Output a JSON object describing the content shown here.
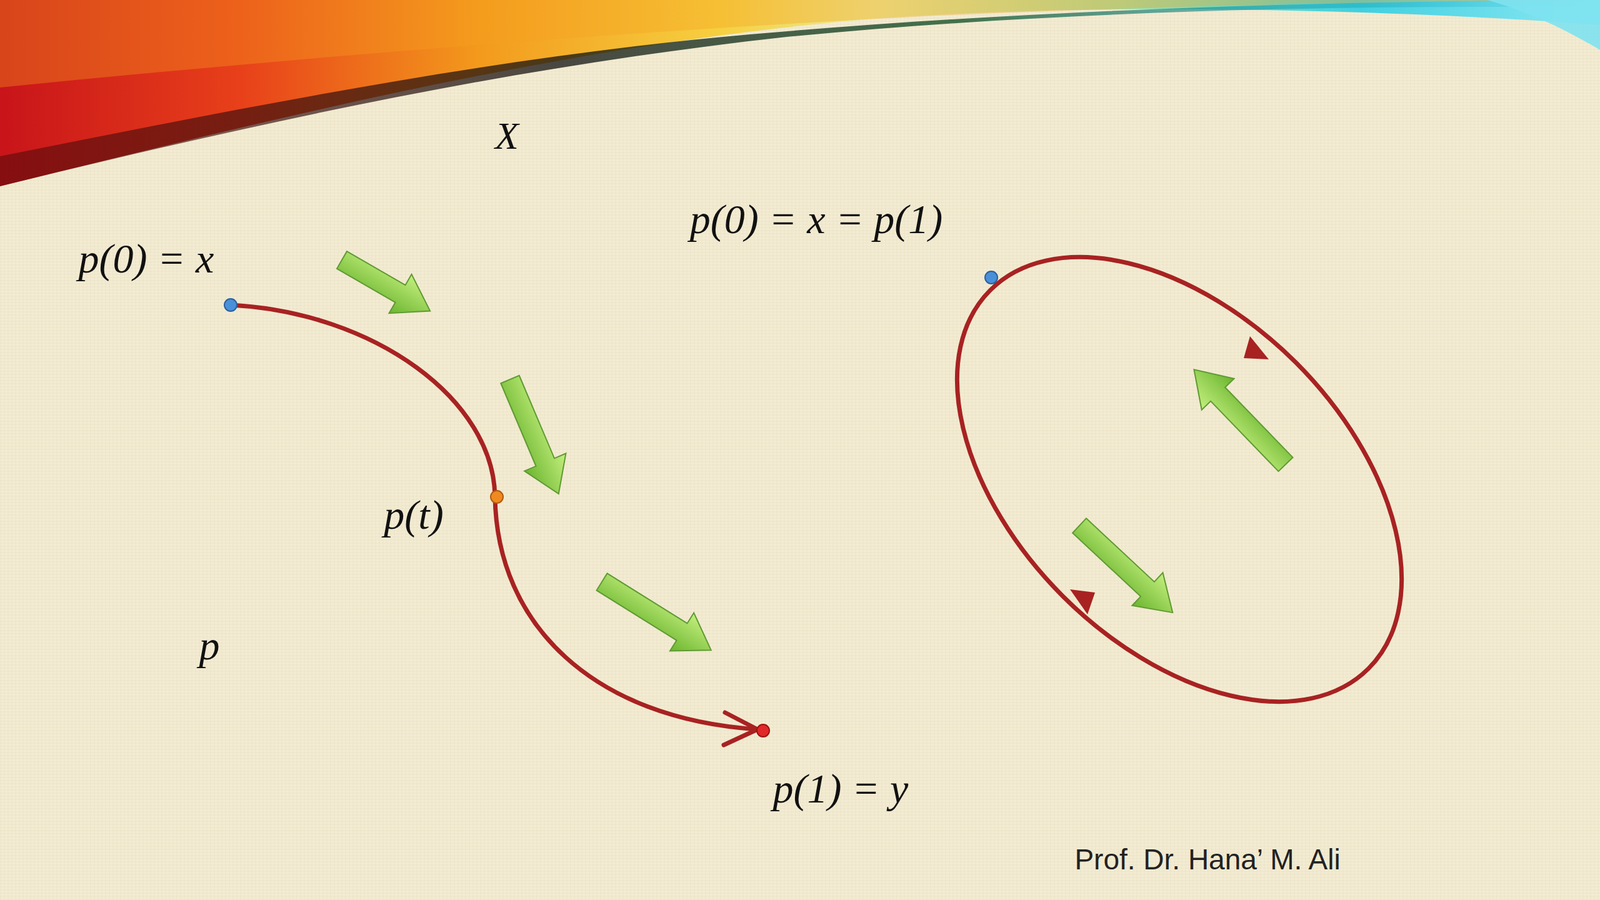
{
  "diagram": {
    "labels": [
      "X",
      "p(0) = x",
      "p(0) = x = p(1)",
      "p(t)",
      "p",
      "p(1) = y",
      "Prof. Dr. Hana’ M. Ali"
    ]
  }
}
